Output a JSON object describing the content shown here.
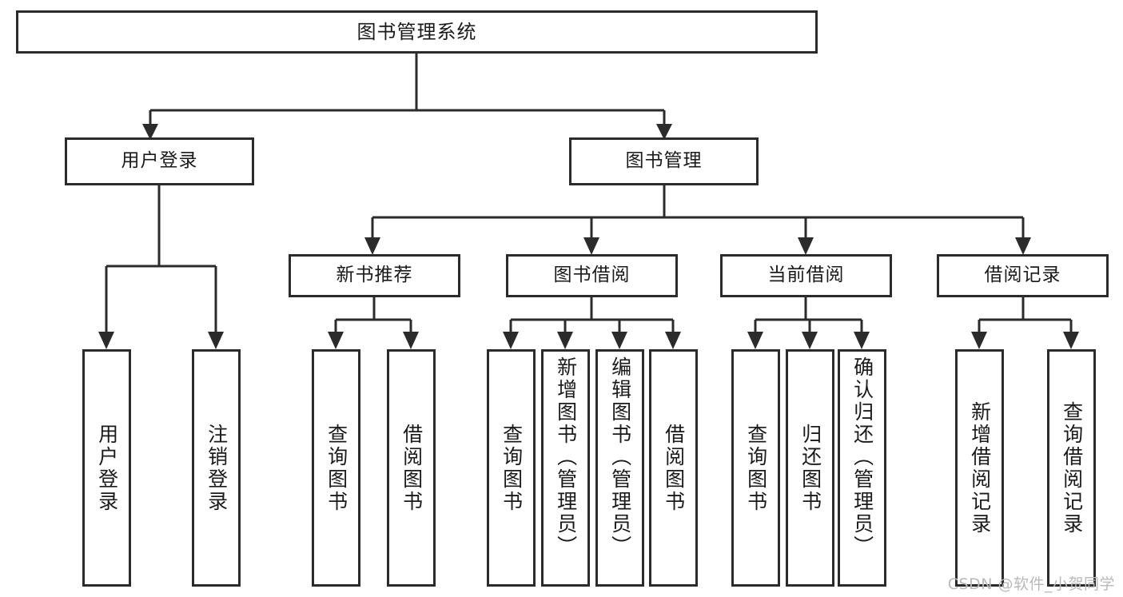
{
  "chart_data": {
    "type": "diagram",
    "diagram_kind": "hierarchy-tree",
    "title": "图书管理系统",
    "orientation": "top-down",
    "edge_style": "orthogonal-with-arrowheads",
    "colors": {
      "background": "#ffffff",
      "node_fill": "#ffffff",
      "node_stroke": "#2b2b2b",
      "text": "#1a1a1a",
      "watermark": "#b9b9b9"
    },
    "levels": 4,
    "node_count": 20,
    "nodes": [
      {
        "id": "root",
        "label": "图书管理系统",
        "level": 0,
        "parent": null,
        "text_orientation": "horizontal"
      },
      {
        "id": "login",
        "label": "用户登录",
        "level": 1,
        "parent": "root",
        "text_orientation": "horizontal"
      },
      {
        "id": "bookmgmt",
        "label": "图书管理",
        "level": 1,
        "parent": "root",
        "text_orientation": "horizontal"
      },
      {
        "id": "newbook",
        "label": "新书推荐",
        "level": 2,
        "parent": "bookmgmt",
        "text_orientation": "horizontal"
      },
      {
        "id": "borrow",
        "label": "图书借阅",
        "level": 2,
        "parent": "bookmgmt",
        "text_orientation": "horizontal"
      },
      {
        "id": "current",
        "label": "当前借阅",
        "level": 2,
        "parent": "bookmgmt",
        "text_orientation": "horizontal"
      },
      {
        "id": "records",
        "label": "借阅记录",
        "level": 2,
        "parent": "bookmgmt",
        "text_orientation": "horizontal"
      },
      {
        "id": "login-1",
        "label": "用户登录",
        "level": 2,
        "parent": "login",
        "text_orientation": "vertical"
      },
      {
        "id": "login-2",
        "label": "注销登录",
        "level": 2,
        "parent": "login",
        "text_orientation": "vertical"
      },
      {
        "id": "newbook-1",
        "label": "查询图书",
        "level": 3,
        "parent": "newbook",
        "text_orientation": "vertical"
      },
      {
        "id": "newbook-2",
        "label": "借阅图书",
        "level": 3,
        "parent": "newbook",
        "text_orientation": "vertical"
      },
      {
        "id": "borrow-1",
        "label": "查询图书",
        "level": 3,
        "parent": "borrow",
        "text_orientation": "vertical"
      },
      {
        "id": "borrow-2",
        "label": "新增图书（管理员）",
        "level": 3,
        "parent": "borrow",
        "text_orientation": "vertical"
      },
      {
        "id": "borrow-3",
        "label": "编辑图书（管理员）",
        "level": 3,
        "parent": "borrow",
        "text_orientation": "vertical"
      },
      {
        "id": "borrow-4",
        "label": "借阅图书",
        "level": 3,
        "parent": "borrow",
        "text_orientation": "vertical"
      },
      {
        "id": "current-1",
        "label": "查询图书",
        "level": 3,
        "parent": "current",
        "text_orientation": "vertical"
      },
      {
        "id": "current-2",
        "label": "归还图书",
        "level": 3,
        "parent": "current",
        "text_orientation": "vertical"
      },
      {
        "id": "current-3",
        "label": "确认归还（管理员）",
        "level": 3,
        "parent": "current",
        "text_orientation": "vertical"
      },
      {
        "id": "records-1",
        "label": "新增借阅记录",
        "level": 3,
        "parent": "records",
        "text_orientation": "vertical"
      },
      {
        "id": "records-2",
        "label": "查询借阅记录",
        "level": 3,
        "parent": "records",
        "text_orientation": "vertical"
      }
    ],
    "edges": [
      {
        "from": "root",
        "to": "login"
      },
      {
        "from": "root",
        "to": "bookmgmt"
      },
      {
        "from": "login",
        "to": "login-1"
      },
      {
        "from": "login",
        "to": "login-2"
      },
      {
        "from": "bookmgmt",
        "to": "newbook"
      },
      {
        "from": "bookmgmt",
        "to": "borrow"
      },
      {
        "from": "bookmgmt",
        "to": "current"
      },
      {
        "from": "bookmgmt",
        "to": "records"
      },
      {
        "from": "newbook",
        "to": "newbook-1"
      },
      {
        "from": "newbook",
        "to": "newbook-2"
      },
      {
        "from": "borrow",
        "to": "borrow-1"
      },
      {
        "from": "borrow",
        "to": "borrow-2"
      },
      {
        "from": "borrow",
        "to": "borrow-3"
      },
      {
        "from": "borrow",
        "to": "borrow-4"
      },
      {
        "from": "current",
        "to": "current-1"
      },
      {
        "from": "current",
        "to": "current-2"
      },
      {
        "from": "current",
        "to": "current-3"
      },
      {
        "from": "records",
        "to": "records-1"
      },
      {
        "from": "records",
        "to": "records-2"
      }
    ]
  },
  "diagram": {
    "root": {
      "label": "图书管理系统"
    },
    "level1": {
      "login": {
        "label": "用户登录"
      },
      "bookmgmt": {
        "label": "图书管理"
      }
    },
    "level2": {
      "newbook": {
        "label": "新书推荐"
      },
      "borrow": {
        "label": "图书借阅"
      },
      "current": {
        "label": "当前借阅"
      },
      "records": {
        "label": "借阅记录"
      }
    },
    "leaves": {
      "login_1": {
        "label": "用户登录"
      },
      "login_2": {
        "label": "注销登录"
      },
      "newbook_1": {
        "label": "查询图书"
      },
      "newbook_2": {
        "label": "借阅图书"
      },
      "borrow_1": {
        "label": "查询图书"
      },
      "borrow_2": {
        "label": "新增图书（管理员）"
      },
      "borrow_3": {
        "label": "编辑图书（管理员）"
      },
      "borrow_4": {
        "label": "借阅图书"
      },
      "current_1": {
        "label": "查询图书"
      },
      "current_2": {
        "label": "归还图书"
      },
      "current_3": {
        "label": "确认归还（管理员）"
      },
      "records_1": {
        "label": "新增借阅记录"
      },
      "records_2": {
        "label": "查询借阅记录"
      }
    }
  },
  "watermark": {
    "text": "CSDN @软件_小贺同学"
  }
}
